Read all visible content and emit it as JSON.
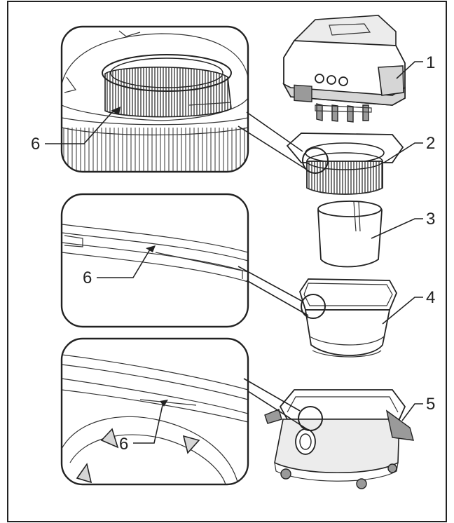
{
  "callouts": {
    "c1": "1",
    "c2": "2",
    "c3": "3",
    "c4": "4",
    "c5": "5",
    "c6_top": "6",
    "c6_middle": "6",
    "c6_bottom": "6"
  },
  "colors": {
    "line": "#222222",
    "fill_light": "#ececec",
    "fill_mid": "#d6d6d6",
    "fill_dark": "#9a9a9a"
  }
}
